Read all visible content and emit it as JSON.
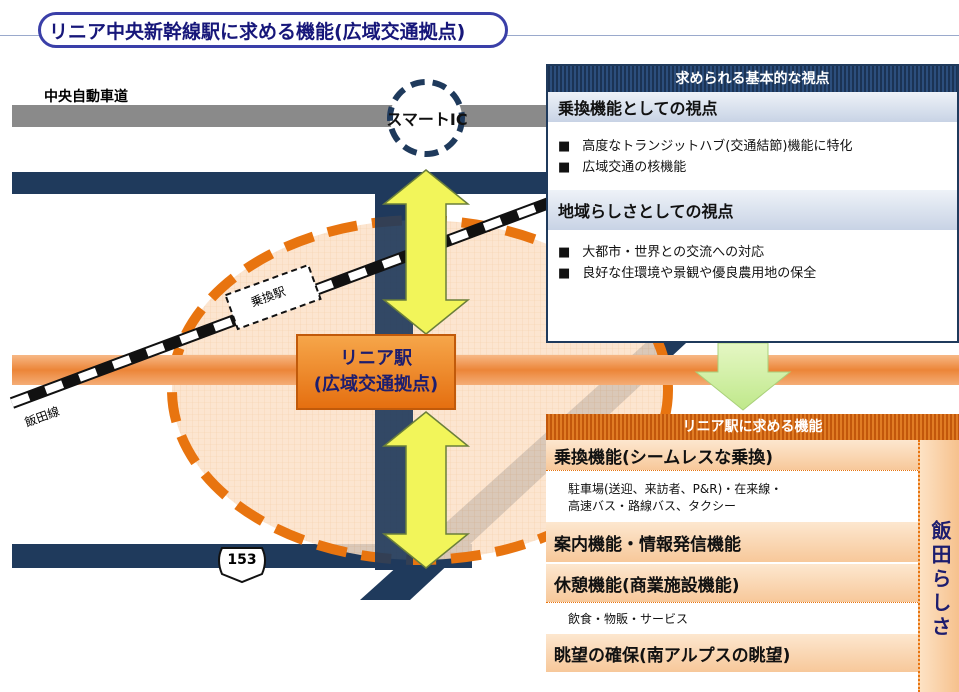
{
  "title": "リニア中央新幹線駅に求める機能(広域交通拠点)",
  "map": {
    "expressway_label": "中央自動車道",
    "smart_ic_label": "スマートIC",
    "transfer_station_label": "乗換駅",
    "iida_line_label": "飯田線",
    "route_number": "153",
    "linear_station": {
      "line1": "リニア駅",
      "line2": "(広域交通拠点)"
    }
  },
  "basic_panel": {
    "header": "求められる基本的な視点",
    "sections": [
      {
        "title": "乗換機能としての視点",
        "bullets": [
          "高度なトランジットハブ(交通結節)機能に特化",
          "広域交通の核機能"
        ]
      },
      {
        "title": "地域らしさとしての視点",
        "bullets": [
          "大都市・世界との交流への対応",
          "良好な住環境や景観や優良農用地の保全"
        ]
      }
    ]
  },
  "function_panel": {
    "header": "リニア駅に求める機能",
    "items": [
      {
        "title": "乗換機能(シームレスな乗換)",
        "sub": [
          "駐車場(送迎、来訪者、P&R)・在来線・",
          "高速バス・路線バス、タクシー"
        ]
      },
      {
        "title": "案内機能・情報発信機能"
      },
      {
        "title": "休憩機能(商業施設機能)",
        "sub": [
          "飲食・物販・サービス"
        ]
      },
      {
        "title": "眺望の確保(南アルプスの眺望)"
      }
    ],
    "side_label": "飯田らしさ"
  },
  "colors": {
    "navy": "#1f3a5c",
    "orange": "#e8740f",
    "yellow": "#f2f55a",
    "blue_title": "#3a3fa8"
  }
}
